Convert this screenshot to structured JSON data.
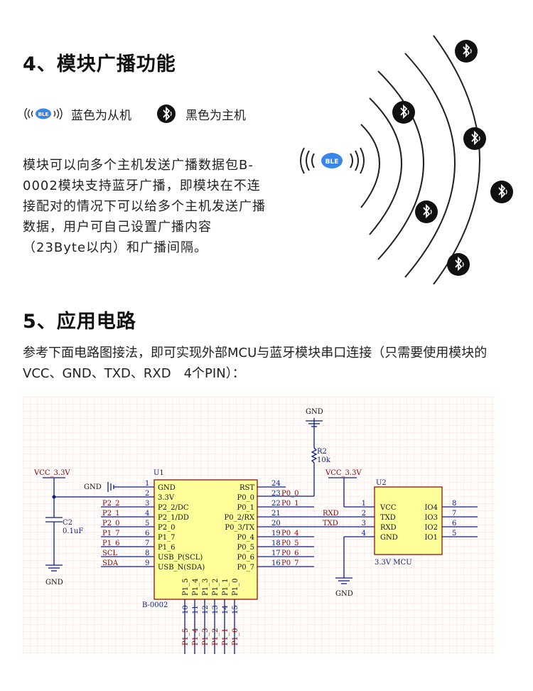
{
  "section4": {
    "title": "4、模块广播功能",
    "legend_ble": "蓝色为从机",
    "legend_bt": "黑色为主机",
    "paragraph": "模块可以向多个主机发送广播数据包B-0002模块支持蓝牙广播，即模块在不连接配对的情况下可以给多个主机发送广播数据，用户可自己设置广播内容（23Byte以内）和广播间隔。",
    "ble_badge": "BLE"
  },
  "section5": {
    "title": "5、应用电路",
    "paragraph": "参考下面电路图接法，即可实现外部MCU与蓝牙模块串口连接（只需要使用模块的VCC、GND、TXD、RXD　4个PIN）："
  },
  "icons": {
    "ble_icon": "ble-broadcast-icon",
    "bt_icon": "bluetooth-icon"
  },
  "colors": {
    "ble_blue": "#3a86e8",
    "schematic_wire": "#0b1f8a",
    "chip_fill": "#ffff99",
    "net_label": "#8b0000",
    "grid": "#f0d6d6"
  },
  "schematic": {
    "gnd_top": "GND",
    "r2_name": "R2",
    "r2_value": "10k",
    "vcc_left": "VCC_3.3V",
    "vcc_right": "VCC_3.3V",
    "u1": "U1",
    "u2": "U2",
    "gnd_u1": "GND",
    "c2_name": "C2",
    "c2_value": "0.1uF",
    "gnd_c2": "GND",
    "gnd_u2": "GND",
    "u1_part": "B-0002",
    "u2_part": "3.3V MCU",
    "u1_left_pins": [
      {
        "num": "1",
        "name": "GND",
        "net": ""
      },
      {
        "num": "2",
        "name": "3.3V",
        "net": ""
      },
      {
        "num": "3",
        "name": "P2_2/DC",
        "net": "P2_2"
      },
      {
        "num": "4",
        "name": "P2_1/DD",
        "net": "P2_1"
      },
      {
        "num": "5",
        "name": "P2_0",
        "net": "P2_0"
      },
      {
        "num": "6",
        "name": "P1_7",
        "net": "P1_7"
      },
      {
        "num": "7",
        "name": "P1_6",
        "net": "P1_6"
      },
      {
        "num": "8",
        "name": "USB_P(SCL)",
        "net": "SCL"
      },
      {
        "num": "9",
        "name": "USB_N(SDA)",
        "net": "SDA"
      }
    ],
    "u1_right_pins": [
      {
        "num": "24",
        "name": "RST",
        "net": ""
      },
      {
        "num": "23",
        "name": "P0_0",
        "net": "P0_0"
      },
      {
        "num": "22",
        "name": "P0_1",
        "net": "P0_1"
      },
      {
        "num": "21",
        "name": "P0_2/RX",
        "net": "RXD"
      },
      {
        "num": "20",
        "name": "P0_3/TX",
        "net": "TXD"
      },
      {
        "num": "19",
        "name": "P0_4",
        "net": "P0_4"
      },
      {
        "num": "18",
        "name": "P0_5",
        "net": "P0_5"
      },
      {
        "num": "17",
        "name": "P0_6",
        "net": "P0_6"
      },
      {
        "num": "16",
        "name": "P0_7",
        "net": "P0_7"
      }
    ],
    "u1_bottom_pins": [
      {
        "num": "10",
        "name": "P1_5",
        "net": "P1_5"
      },
      {
        "num": "11",
        "name": "P1_4",
        "net": "P1_4"
      },
      {
        "num": "12",
        "name": "P1_3",
        "net": "P1_3"
      },
      {
        "num": "13",
        "name": "P1_2",
        "net": "P1_2"
      },
      {
        "num": "14",
        "name": "P1_1",
        "net": "P1_1"
      },
      {
        "num": "15",
        "name": "P1_0",
        "net": "P1_0"
      }
    ],
    "u2_left_pins": [
      {
        "num": "1",
        "name": "VCC"
      },
      {
        "num": "2",
        "name": "TXD"
      },
      {
        "num": "3",
        "name": "RXD"
      },
      {
        "num": "4",
        "name": "GND"
      }
    ],
    "u2_right_pins": [
      {
        "num": "8",
        "name": "IO4"
      },
      {
        "num": "7",
        "name": "IO3"
      },
      {
        "num": "6",
        "name": "IO2"
      },
      {
        "num": "5",
        "name": "IO1"
      }
    ]
  }
}
